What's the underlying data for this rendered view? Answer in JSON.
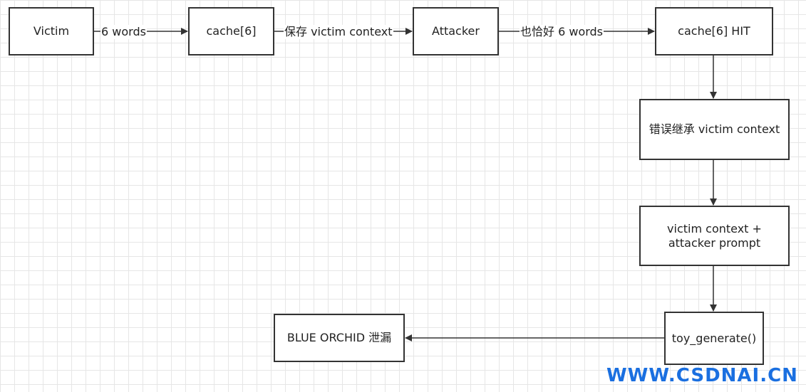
{
  "nodes": {
    "victim": "Victim",
    "cache6": "cache[6]",
    "attacker": "Attacker",
    "cache6_hit": "cache[6] HIT",
    "inherit": "错误继承 victim context",
    "combined": "victim context +\nattacker prompt",
    "generate": "toy_generate()",
    "leak": "BLUE ORCHID 泄漏"
  },
  "edges": {
    "victim_to_cache": "6 words",
    "cache_to_attacker": "保存 victim context",
    "attacker_to_hit": "也恰好 6 words"
  },
  "watermark": "WWW.CSDNAI.CN",
  "colors": {
    "stroke": "#333333",
    "grid": "#e6e6e6",
    "watermark": "#1a6fe0"
  }
}
